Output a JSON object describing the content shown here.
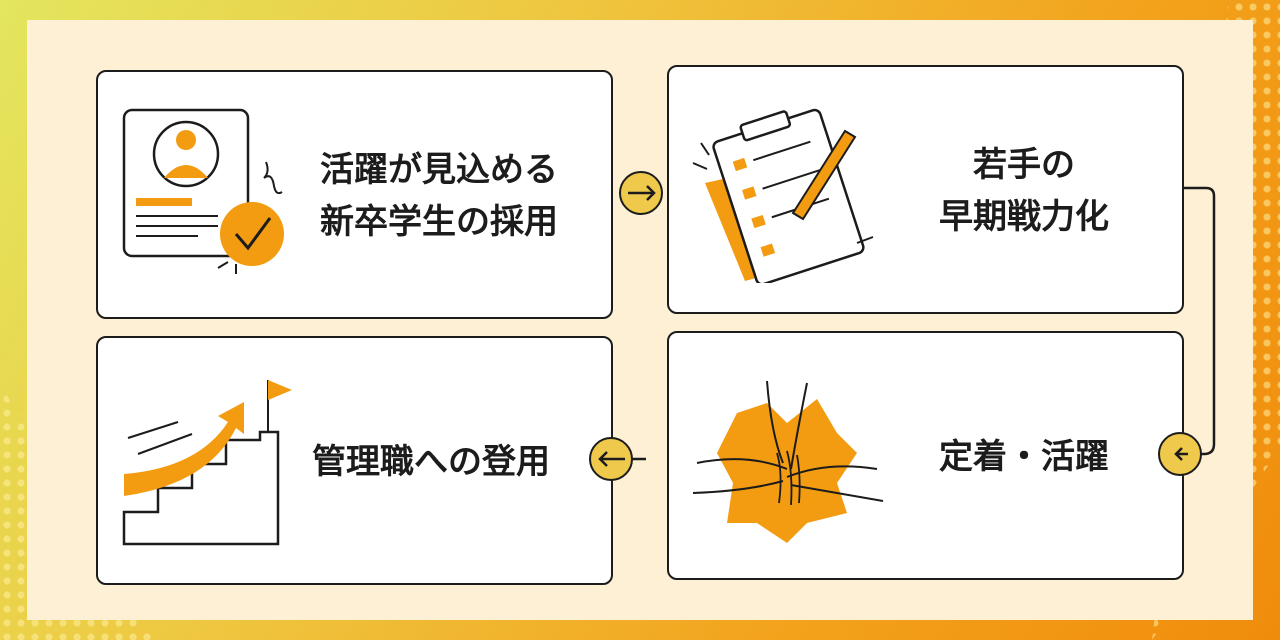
{
  "steps": [
    {
      "line1": "活躍が見込める",
      "line2": "新卒学生の採用"
    },
    {
      "line1": "若手の",
      "line2": "早期戦力化"
    },
    {
      "line1": "定着・活躍"
    },
    {
      "line1": "管理職への登用"
    }
  ],
  "icons": [
    "resume-check-icon",
    "clipboard-checklist-icon",
    "stacked-hands-icon",
    "stairs-flag-icon"
  ],
  "colors": {
    "accent": "#f39c12",
    "arrow_circle": "#efc94c",
    "panel": "#fdf0d4",
    "border": "#1c1c1c"
  }
}
